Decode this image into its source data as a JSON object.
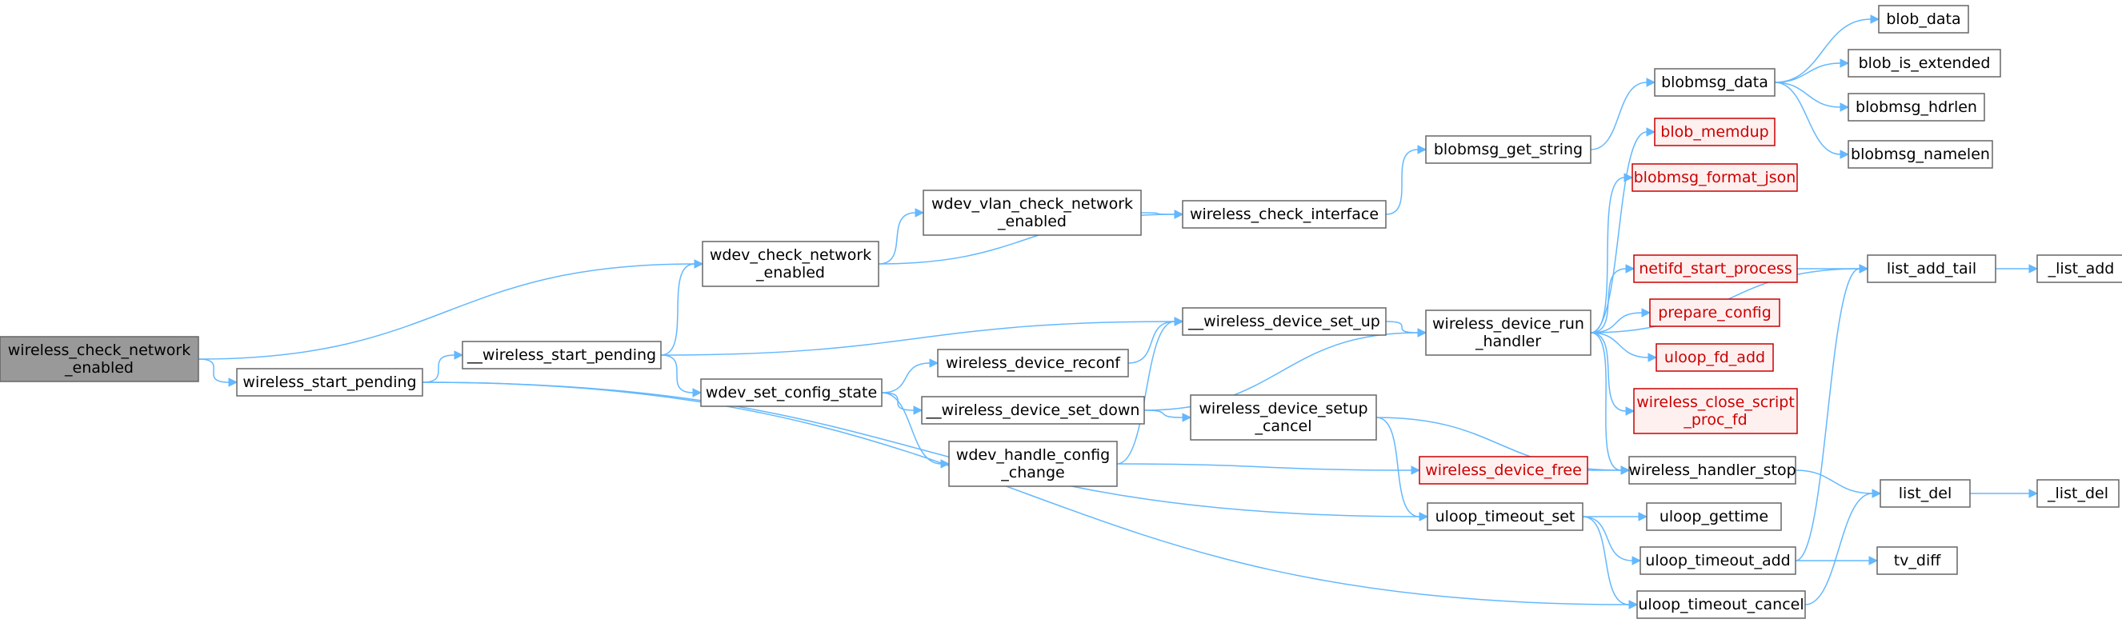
{
  "nodes": [
    {
      "id": "root",
      "lines": [
        "wireless_check_network",
        "_enabled"
      ],
      "style": "root"
    },
    {
      "id": "start_pending",
      "lines": [
        "wireless_start_pending"
      ],
      "style": "normal"
    },
    {
      "id": "__start_pending",
      "lines": [
        "__wireless_start_pending"
      ],
      "style": "normal"
    },
    {
      "id": "wdev_check",
      "lines": [
        "wdev_check_network",
        "_enabled"
      ],
      "style": "normal"
    },
    {
      "id": "vlan_check",
      "lines": [
        "wdev_vlan_check_network",
        "_enabled"
      ],
      "style": "normal"
    },
    {
      "id": "check_iface",
      "lines": [
        "wireless_check_interface"
      ],
      "style": "normal"
    },
    {
      "id": "get_string",
      "lines": [
        "blobmsg_get_string"
      ],
      "style": "normal"
    },
    {
      "id": "blobmsg_data",
      "lines": [
        "blobmsg_data"
      ],
      "style": "normal"
    },
    {
      "id": "blob_data",
      "lines": [
        "blob_data"
      ],
      "style": "normal"
    },
    {
      "id": "blob_is_ext",
      "lines": [
        "blob_is_extended"
      ],
      "style": "normal"
    },
    {
      "id": "hdrlen",
      "lines": [
        "blobmsg_hdrlen"
      ],
      "style": "normal"
    },
    {
      "id": "namelen",
      "lines": [
        "blobmsg_namelen"
      ],
      "style": "normal"
    },
    {
      "id": "set_config",
      "lines": [
        "wdev_set_config_state"
      ],
      "style": "normal"
    },
    {
      "id": "reconf",
      "lines": [
        "wireless_device_reconf"
      ],
      "style": "normal"
    },
    {
      "id": "set_up",
      "lines": [
        "__wireless_device_set_up"
      ],
      "style": "normal"
    },
    {
      "id": "set_down",
      "lines": [
        "__wireless_device_set_down"
      ],
      "style": "normal"
    },
    {
      "id": "handle_cfg",
      "lines": [
        "wdev_handle_config",
        "_change"
      ],
      "style": "normal"
    },
    {
      "id": "setup_cancel",
      "lines": [
        "wireless_device_setup",
        "_cancel"
      ],
      "style": "normal"
    },
    {
      "id": "run_handler",
      "lines": [
        "wireless_device_run",
        "_handler"
      ],
      "style": "normal"
    },
    {
      "id": "blob_memdup",
      "lines": [
        "blob_memdup"
      ],
      "style": "red"
    },
    {
      "id": "format_json",
      "lines": [
        "blobmsg_format_json"
      ],
      "style": "red"
    },
    {
      "id": "netifd_start",
      "lines": [
        "netifd_start_process"
      ],
      "style": "red"
    },
    {
      "id": "prepare_cfg",
      "lines": [
        "prepare_config"
      ],
      "style": "red"
    },
    {
      "id": "uloop_fd_add",
      "lines": [
        "uloop_fd_add"
      ],
      "style": "red"
    },
    {
      "id": "close_script",
      "lines": [
        "wireless_close_script",
        "_proc_fd"
      ],
      "style": "red"
    },
    {
      "id": "dev_free",
      "lines": [
        "wireless_device_free"
      ],
      "style": "red"
    },
    {
      "id": "handler_stop",
      "lines": [
        "wireless_handler_stop"
      ],
      "style": "normal"
    },
    {
      "id": "list_add_tail",
      "lines": [
        "list_add_tail"
      ],
      "style": "normal"
    },
    {
      "id": "_list_add",
      "lines": [
        "_list_add"
      ],
      "style": "normal"
    },
    {
      "id": "list_del",
      "lines": [
        "list_del"
      ],
      "style": "normal"
    },
    {
      "id": "_list_del",
      "lines": [
        "_list_del"
      ],
      "style": "normal"
    },
    {
      "id": "timeout_set",
      "lines": [
        "uloop_timeout_set"
      ],
      "style": "normal"
    },
    {
      "id": "gettime",
      "lines": [
        "uloop_gettime"
      ],
      "style": "normal"
    },
    {
      "id": "timeout_add",
      "lines": [
        "uloop_timeout_add"
      ],
      "style": "normal"
    },
    {
      "id": "tv_diff",
      "lines": [
        "tv_diff"
      ],
      "style": "normal"
    },
    {
      "id": "timeout_cancel",
      "lines": [
        "uloop_timeout_cancel"
      ],
      "style": "normal"
    }
  ],
  "edges": [
    [
      "root",
      "start_pending"
    ],
    [
      "root",
      "wdev_check"
    ],
    [
      "start_pending",
      "__start_pending"
    ],
    [
      "start_pending",
      "timeout_set"
    ],
    [
      "start_pending",
      "timeout_cancel"
    ],
    [
      "__start_pending",
      "wdev_check"
    ],
    [
      "__start_pending",
      "set_up"
    ],
    [
      "__start_pending",
      "set_config"
    ],
    [
      "wdev_check",
      "vlan_check"
    ],
    [
      "wdev_check",
      "check_iface"
    ],
    [
      "vlan_check",
      "check_iface"
    ],
    [
      "check_iface",
      "get_string"
    ],
    [
      "get_string",
      "blobmsg_data"
    ],
    [
      "blobmsg_data",
      "blob_data"
    ],
    [
      "blobmsg_data",
      "blob_is_ext"
    ],
    [
      "blobmsg_data",
      "hdrlen"
    ],
    [
      "blobmsg_data",
      "namelen"
    ],
    [
      "set_config",
      "reconf"
    ],
    [
      "set_config",
      "set_down"
    ],
    [
      "set_config",
      "handle_cfg"
    ],
    [
      "reconf",
      "set_up"
    ],
    [
      "set_up",
      "run_handler"
    ],
    [
      "set_down",
      "run_handler"
    ],
    [
      "set_down",
      "setup_cancel"
    ],
    [
      "handle_cfg",
      "set_up"
    ],
    [
      "handle_cfg",
      "dev_free"
    ],
    [
      "setup_cancel",
      "handler_stop"
    ],
    [
      "setup_cancel",
      "timeout_set"
    ],
    [
      "run_handler",
      "blob_memdup"
    ],
    [
      "run_handler",
      "format_json"
    ],
    [
      "run_handler",
      "list_add_tail"
    ],
    [
      "run_handler",
      "netifd_start"
    ],
    [
      "run_handler",
      "prepare_cfg"
    ],
    [
      "run_handler",
      "uloop_fd_add"
    ],
    [
      "run_handler",
      "close_script"
    ],
    [
      "run_handler",
      "handler_stop"
    ],
    [
      "netifd_start",
      "list_add_tail"
    ],
    [
      "dev_free",
      "handler_stop"
    ],
    [
      "handler_stop",
      "list_del"
    ],
    [
      "list_add_tail",
      "_list_add"
    ],
    [
      "list_del",
      "_list_del"
    ],
    [
      "timeout_set",
      "gettime"
    ],
    [
      "timeout_set",
      "timeout_add"
    ],
    [
      "timeout_set",
      "timeout_cancel"
    ],
    [
      "timeout_add",
      "list_add_tail"
    ],
    [
      "timeout_add",
      "tv_diff"
    ],
    [
      "timeout_cancel",
      "list_del"
    ]
  ]
}
